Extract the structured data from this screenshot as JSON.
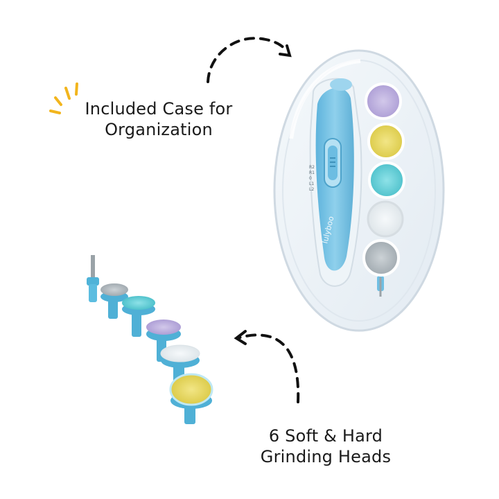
{
  "captions": {
    "case": {
      "line1": "Included Case for",
      "line2": "Organization"
    },
    "heads": {
      "line1": "6 Soft & Hard",
      "line2": "Grinding Heads"
    }
  },
  "device": {
    "brand": "lulyboo",
    "speed_marks": [
      "R2",
      "R1",
      "0",
      "L1",
      "L2"
    ]
  },
  "colors": {
    "sparkle": "#f2b51d",
    "device_blue": "#7cc6e6",
    "head_purple": "#c2b4e0",
    "head_yellow": "#ecdc6a",
    "head_teal": "#6fd2da",
    "head_white": "#eef3f6",
    "head_grey": "#b8bfc4",
    "arrow": "#111111"
  },
  "icons": [
    "sparkle-icon",
    "curved-arrow-icon"
  ]
}
